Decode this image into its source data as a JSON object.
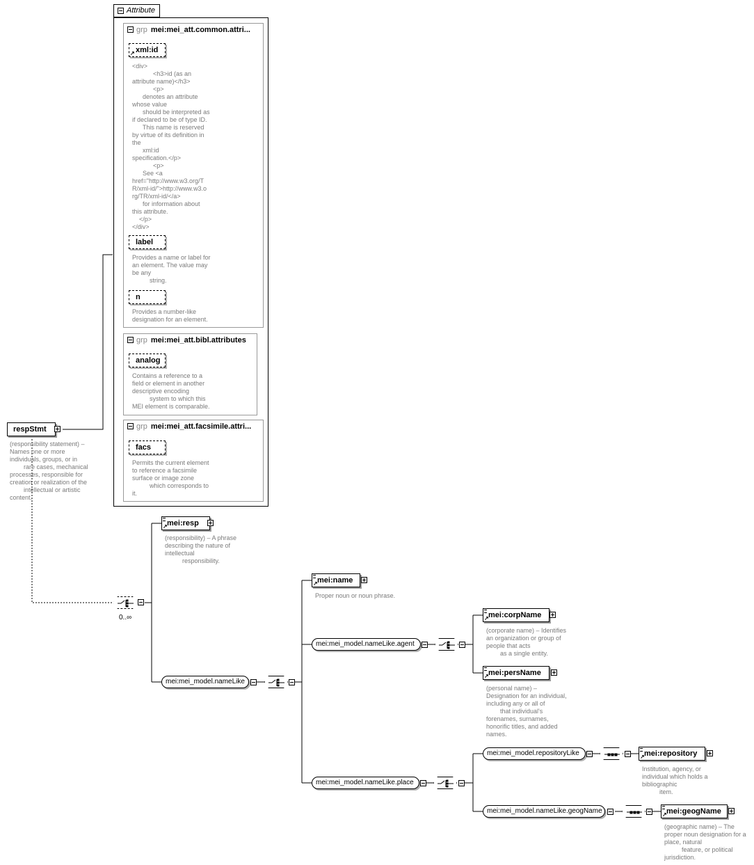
{
  "attribute_panel": {
    "title": "Attribute",
    "groups": [
      {
        "kind": "grp",
        "name": "mei:mei_att.common.attri...",
        "attributes": [
          {
            "name": "xml:id",
            "desc": "<div>\n            <h3>id (as an\nattribute name)</h3>\n            <p>\n      denotes an attribute\nwhose value\n      should be interpreted as\nif declared to be of type ID.\n      This name is reserved\nby virtue of its definition in\nthe\n      xml:id\nspecification.</p>\n            <p>\n      See <a\nhref=\"http://www.w3.org/T\nR/xml-id/\">http://www.w3.o\nrg/TR/xml-id/</a>\n      for information about\nthis attribute.\n    </p>\n</div>"
          },
          {
            "name": "label",
            "desc": "Provides a name or label for\nan element. The value may\nbe any\n          string."
          },
          {
            "name": "n",
            "desc": "Provides a number-like\ndesignation for an element."
          }
        ]
      },
      {
        "kind": "grp",
        "name": "mei:mei_att.bibl.attributes",
        "attributes": [
          {
            "name": "analog",
            "desc": "Contains a reference to a\nfield or element in another\ndescriptive encoding\n          system to which this\nMEI element is comparable."
          }
        ]
      },
      {
        "kind": "grp",
        "name": "mei:mei_att.facsimile.attri...",
        "attributes": [
          {
            "name": "facs",
            "desc": "Permits the current element\nto reference a facsimile\nsurface or image zone\n          which corresponds to\nit."
          }
        ]
      }
    ]
  },
  "root": {
    "name": "respStmt",
    "desc": "(responsibility statement) –\nNames one or more\nindividuals, groups, or in\n        rare cases, mechanical\nprocesses, responsible for\ncreation or realization of the\n        intellectual or artistic\ncontent."
  },
  "choice_cardinality": "0..∞",
  "elements": {
    "resp": {
      "name": "mei:resp",
      "desc": "(responsibility) – A phrase\ndescribing the nature of\nintellectual\n          responsibility."
    },
    "name": {
      "name": "mei:name",
      "desc": "Proper noun or noun phrase."
    },
    "corpName": {
      "name": "mei:corpName",
      "desc": "(corporate name) – Identifies\nan organization or group of\npeople that acts\n        as a single entity."
    },
    "persName": {
      "name": "mei:persName",
      "desc": "(personal name) –\nDesignation for an individual,\nincluding any or all of\n        that individual's\nforenames, surnames,\nhonorific titles, and added\nnames."
    },
    "repository": {
      "name": "mei:repository",
      "desc": "Institution, agency, or\nindividual which holds a\nbibliographic\n          item."
    },
    "geogName": {
      "name": "mei:geogName",
      "desc": "(geographic name) – The\nproper noun designation for a\nplace, natural\n          feature, or political\njurisdiction."
    }
  },
  "model_groups": {
    "nameLike": "mei:mei_model.nameLike",
    "agent": "mei:mei_model.nameLike.agent",
    "place": "mei:mei_model.nameLike.place",
    "repositoryLike": "mei:mei_model.repositoryLike",
    "geogName": "mei:mei_model.nameLike.geogName"
  }
}
